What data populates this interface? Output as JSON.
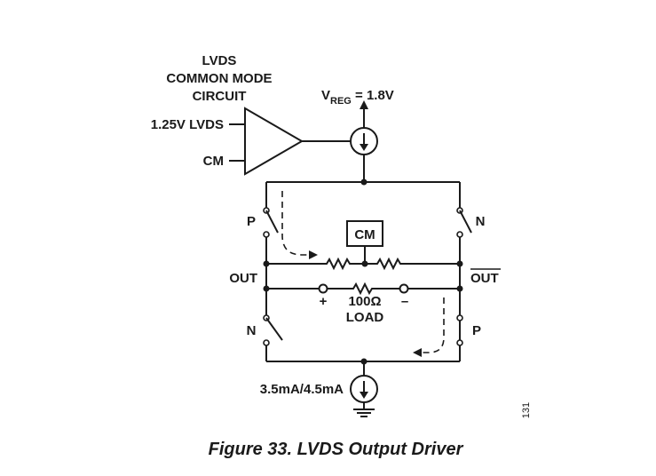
{
  "diagram": {
    "block_title_lines": [
      "LVDS",
      "COMMON MODE",
      "CIRCUIT"
    ],
    "amp_input_top": "1.25V LVDS",
    "amp_input_bottom": "CM",
    "vreg_prefix": "V",
    "vreg_subscript": "REG",
    "vreg_value": " = 1.8V",
    "switch_top_left": "P",
    "switch_top_right": "N",
    "switch_bottom_left": "N",
    "switch_bottom_right": "P",
    "cm_box": "CM",
    "out_left": "OUT",
    "out_right": "OUT",
    "load_plus": "+",
    "load_minus": "–",
    "load_value": "100Ω",
    "load_label": "LOAD",
    "bottom_current": "3.5mA/4.5mA",
    "side_number": "131"
  },
  "caption": "Figure 33. LVDS Output Driver"
}
